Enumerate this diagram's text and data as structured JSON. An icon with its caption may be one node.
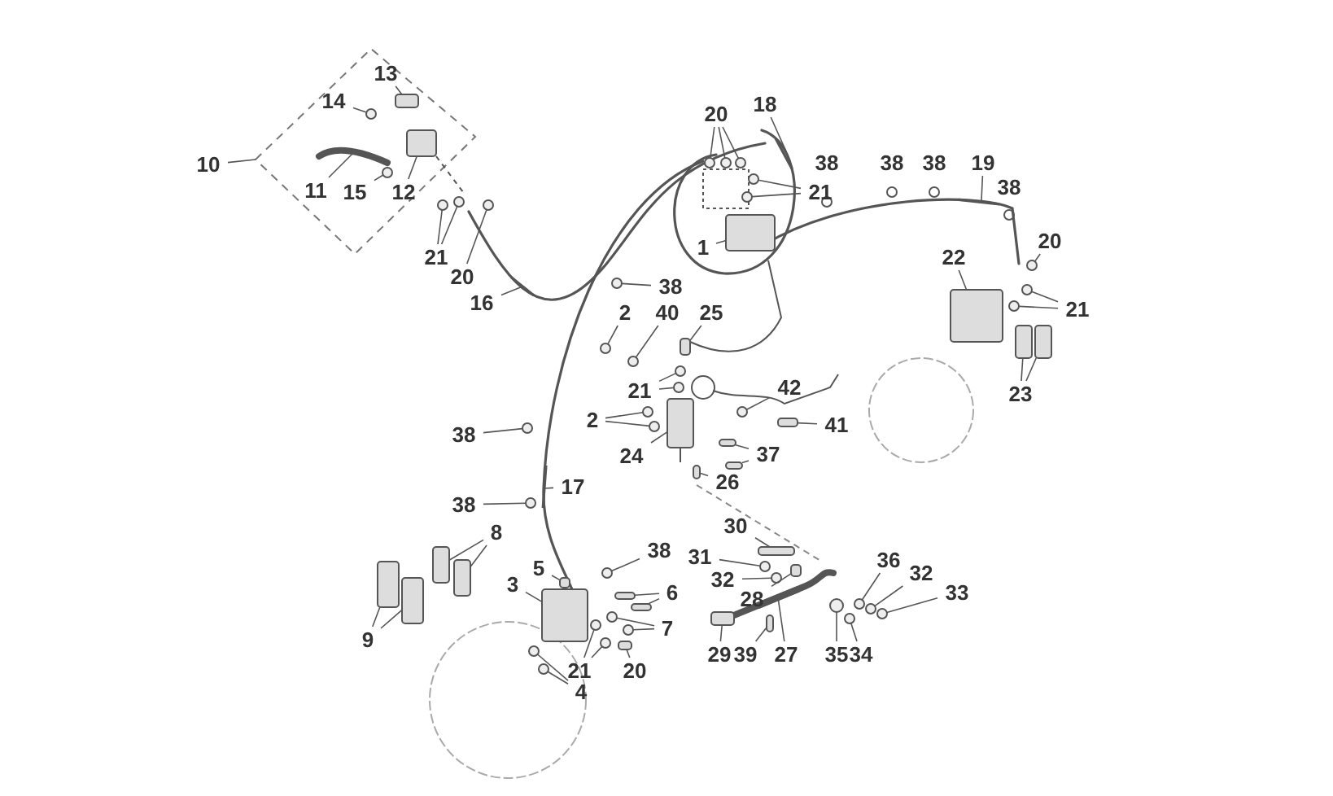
{
  "diagram": {
    "nodes": [
      {
        "text": [
          "13"
        ]
      },
      {
        "text": [
          "18"
        ]
      },
      {
        "text": [
          "20"
        ]
      },
      {
        "text": [
          "14"
        ]
      },
      {
        "text": [
          "10"
        ]
      },
      {
        "text": [
          "21"
        ]
      },
      {
        "text": [
          "19"
        ]
      },
      {
        "text": [
          "11"
        ]
      },
      {
        "text": [
          "15"
        ]
      },
      {
        "text": [
          "12"
        ]
      },
      {
        "text": [
          "1"
        ]
      },
      {
        "text": [
          "20"
        ]
      },
      {
        "text": [
          "22"
        ]
      },
      {
        "text": [
          "21"
        ]
      },
      {
        "text": [
          "21"
        ]
      },
      {
        "text": [
          "20"
        ]
      },
      {
        "text": [
          "16"
        ]
      },
      {
        "text": [
          "38"
        ]
      },
      {
        "text": [
          "2"
        ]
      },
      {
        "text": [
          "40"
        ]
      },
      {
        "text": [
          "25"
        ]
      },
      {
        "text": [
          "23"
        ]
      },
      {
        "text": [
          "21"
        ]
      },
      {
        "text": [
          "42"
        ]
      },
      {
        "text": [
          "41"
        ]
      },
      {
        "text": [
          "38"
        ]
      },
      {
        "text": [
          "2"
        ]
      },
      {
        "text": [
          "24"
        ]
      },
      {
        "text": [
          "37"
        ]
      },
      {
        "text": [
          "26"
        ]
      },
      {
        "text": [
          "17"
        ]
      },
      {
        "text": [
          "38"
        ]
      },
      {
        "text": [
          "8"
        ]
      },
      {
        "text": [
          "30"
        ]
      },
      {
        "text": [
          "38"
        ]
      },
      {
        "text": [
          "5"
        ]
      },
      {
        "text": [
          "31"
        ]
      },
      {
        "text": [
          "32"
        ]
      },
      {
        "text": [
          "3"
        ]
      },
      {
        "text": [
          "28"
        ]
      },
      {
        "text": [
          "36"
        ]
      },
      {
        "text": [
          "32"
        ]
      },
      {
        "text": [
          "33"
        ]
      },
      {
        "text": [
          "6"
        ]
      },
      {
        "text": [
          "7"
        ]
      },
      {
        "text": [
          "9"
        ]
      },
      {
        "text": [
          "21"
        ]
      },
      {
        "text": [
          "20"
        ]
      },
      {
        "text": [
          "29"
        ]
      },
      {
        "text": [
          "39"
        ]
      },
      {
        "text": [
          "27"
        ]
      },
      {
        "text": [
          "35"
        ]
      },
      {
        "text": [
          "34"
        ]
      },
      {
        "text": [
          "4"
        ]
      },
      {
        "text": [],
        "shape": "box"
      },
      {
        "text": [],
        "shape": "hose"
      },
      {
        "text": [],
        "shape": "circle"
      },
      {
        "text": [],
        "shape": "circle"
      },
      {
        "text": [],
        "shape": "circle"
      },
      {
        "text": [],
        "shape": "circle"
      },
      {
        "text": [],
        "shape": "circle"
      },
      {
        "text": [],
        "shape": "circle"
      },
      {
        "text": [],
        "shape": "hose"
      },
      {
        "text": [],
        "shape": "lever"
      },
      {
        "text": [],
        "shape": "circle"
      },
      {
        "text": [],
        "shape": "box"
      },
      {
        "text": [],
        "shape": "box"
      },
      {
        "text": [],
        "shape": "circle"
      },
      {
        "text": [],
        "shape": "box"
      },
      {
        "text": [],
        "shape": "circle"
      },
      {
        "text": [],
        "shape": "circle"
      },
      {
        "text": [],
        "shape": "circle"
      },
      {
        "text": [],
        "shape": "circle"
      },
      {
        "text": [],
        "shape": "circle"
      },
      {
        "text": [],
        "shape": "hose"
      },
      {
        "text": [],
        "shape": "circle"
      },
      {
        "text": [],
        "shape": "circle"
      },
      {
        "text": [],
        "shape": "circle"
      },
      {
        "text": [],
        "shape": "box"
      },
      {
        "text": [],
        "shape": "box"
      },
      {
        "text": [],
        "shape": "box"
      },
      {
        "text": [],
        "shape": "circle"
      },
      {
        "text": [],
        "shape": "circle"
      },
      {
        "text": [],
        "shape": "circle"
      },
      {
        "text": [],
        "shape": "box"
      },
      {
        "text": [],
        "shape": "circle"
      },
      {
        "text": [],
        "shape": "circle"
      },
      {
        "text": [],
        "shape": "circle"
      },
      {
        "text": [],
        "shape": "box"
      },
      {
        "text": [],
        "shape": "box"
      },
      {
        "text": [],
        "shape": "box"
      },
      {
        "text": [],
        "shape": "box"
      },
      {
        "text": [],
        "shape": "hose"
      },
      {
        "text": [],
        "shape": "circle"
      },
      {
        "text": [],
        "shape": "box"
      },
      {
        "text": [],
        "shape": "box"
      },
      {
        "text": [],
        "shape": "box"
      },
      {
        "text": [],
        "shape": "circle"
      },
      {
        "text": [],
        "shape": "box"
      },
      {
        "text": [],
        "shape": "circle"
      },
      {
        "text": [],
        "shape": "circle"
      },
      {
        "text": [],
        "shape": "box"
      },
      {
        "text": [],
        "shape": "box"
      },
      {
        "text": [],
        "shape": "circle"
      },
      {
        "text": [],
        "shape": "circle"
      },
      {
        "text": [],
        "shape": "circle"
      },
      {
        "text": [],
        "shape": "box"
      },
      {
        "text": [],
        "shape": "box"
      },
      {
        "text": [],
        "shape": "circle"
      },
      {
        "text": [],
        "shape": "circle"
      },
      {
        "text": [],
        "shape": "box"
      },
      {
        "text": [],
        "shape": "box"
      },
      {
        "text": [],
        "shape": "circle"
      },
      {
        "text": [],
        "shape": "circle"
      },
      {
        "text": [],
        "shape": "box"
      },
      {
        "text": [],
        "shape": "box"
      },
      {
        "text": [],
        "shape": "box"
      },
      {
        "text": [],
        "shape": "lever"
      },
      {
        "text": [],
        "shape": "circle"
      },
      {
        "text": [],
        "shape": "circle"
      },
      {
        "text": [],
        "shape": "circle"
      },
      {
        "text": [],
        "shape": "circle"
      }
    ],
    "edges": [
      {
        "from": 0,
        "to": 54,
        "arrow": "none"
      },
      {
        "from": 1,
        "to": 55,
        "arrow": "none"
      },
      {
        "from": 2,
        "to": 56,
        "arrow": "none"
      },
      {
        "from": 2,
        "to": 57,
        "arrow": "none"
      },
      {
        "from": 2,
        "to": 58,
        "arrow": "none"
      },
      {
        "from": 3,
        "to": 59,
        "arrow": "none"
      },
      {
        "from": 4,
        "to": null,
        "arrow": "none"
      },
      {
        "from": 5,
        "to": 60,
        "arrow": "none"
      },
      {
        "from": 5,
        "to": 61,
        "arrow": "none"
      },
      {
        "from": 6,
        "to": 62,
        "arrow": "none"
      },
      {
        "from": 7,
        "to": 63,
        "arrow": "none"
      },
      {
        "from": 8,
        "to": 64,
        "arrow": "none"
      },
      {
        "from": 9,
        "to": 65,
        "arrow": "none"
      },
      {
        "from": 10,
        "to": 66,
        "arrow": "none"
      },
      {
        "from": 11,
        "to": 67,
        "arrow": "none"
      },
      {
        "from": 12,
        "to": 68,
        "arrow": "none"
      },
      {
        "from": 13,
        "to": 69,
        "arrow": "none"
      },
      {
        "from": 13,
        "to": 70,
        "arrow": "none"
      },
      {
        "from": 14,
        "to": 71,
        "arrow": "none"
      },
      {
        "from": 14,
        "to": 72,
        "arrow": "none"
      },
      {
        "from": 15,
        "to": 73,
        "arrow": "none"
      },
      {
        "from": 16,
        "to": 74,
        "arrow": "none"
      },
      {
        "from": 17,
        "to": 75,
        "arrow": "none"
      },
      {
        "from": 18,
        "to": 76,
        "arrow": "none"
      },
      {
        "from": 19,
        "to": 77,
        "arrow": "none"
      },
      {
        "from": 20,
        "to": 78,
        "arrow": "none"
      },
      {
        "from": 21,
        "to": 79,
        "arrow": "none"
      },
      {
        "from": 21,
        "to": 80,
        "arrow": "none"
      },
      {
        "from": 22,
        "to": 81,
        "arrow": "none"
      },
      {
        "from": 22,
        "to": 82,
        "arrow": "none"
      },
      {
        "from": 23,
        "to": 83,
        "arrow": "none"
      },
      {
        "from": 24,
        "to": 84,
        "arrow": "none"
      },
      {
        "from": 25,
        "to": 85,
        "arrow": "none"
      },
      {
        "from": 26,
        "to": 86,
        "arrow": "none"
      },
      {
        "from": 26,
        "to": 87,
        "arrow": "none"
      },
      {
        "from": 27,
        "to": 88,
        "arrow": "none"
      },
      {
        "from": 28,
        "to": 89,
        "arrow": "none"
      },
      {
        "from": 28,
        "to": 90,
        "arrow": "none"
      },
      {
        "from": 29,
        "to": 91,
        "arrow": "none"
      },
      {
        "from": 30,
        "to": 92,
        "arrow": "none"
      },
      {
        "from": 31,
        "to": 93,
        "arrow": "none"
      },
      {
        "from": 32,
        "to": 94,
        "arrow": "none"
      },
      {
        "from": 32,
        "to": 95,
        "arrow": "none"
      },
      {
        "from": 33,
        "to": 96,
        "arrow": "none"
      },
      {
        "from": 34,
        "to": 97,
        "arrow": "none"
      },
      {
        "from": 35,
        "to": 98,
        "arrow": "none"
      },
      {
        "from": 36,
        "to": 99,
        "arrow": "none"
      },
      {
        "from": 37,
        "to": 100,
        "arrow": "none"
      },
      {
        "from": 38,
        "to": 101,
        "arrow": "none"
      },
      {
        "from": 39,
        "to": 102,
        "arrow": "none"
      },
      {
        "from": 40,
        "to": 103,
        "arrow": "none"
      },
      {
        "from": 41,
        "to": 104,
        "arrow": "none"
      },
      {
        "from": 42,
        "to": 105,
        "arrow": "none"
      },
      {
        "from": 43,
        "to": 106,
        "arrow": "none"
      },
      {
        "from": 43,
        "to": 107,
        "arrow": "none"
      },
      {
        "from": 44,
        "to": 108,
        "arrow": "none"
      },
      {
        "from": 44,
        "to": 109,
        "arrow": "none"
      },
      {
        "from": 45,
        "to": 110,
        "arrow": "none"
      },
      {
        "from": 45,
        "to": 111,
        "arrow": "none"
      },
      {
        "from": 46,
        "to": 112,
        "arrow": "none"
      },
      {
        "from": 46,
        "to": 113,
        "arrow": "none"
      },
      {
        "from": 47,
        "to": 114,
        "arrow": "none"
      },
      {
        "from": 48,
        "to": 115,
        "arrow": "none"
      },
      {
        "from": 49,
        "to": 116,
        "arrow": "none"
      },
      {
        "from": 50,
        "to": 117,
        "arrow": "none"
      },
      {
        "from": 51,
        "to": 118,
        "arrow": "none"
      },
      {
        "from": 52,
        "to": 119,
        "arrow": "none"
      },
      {
        "from": 53,
        "to": 120,
        "arrow": "none"
      },
      {
        "from": 53,
        "to": 121,
        "arrow": "none"
      }
    ],
    "labels": [
      "38",
      "38",
      "38",
      "38"
    ]
  }
}
